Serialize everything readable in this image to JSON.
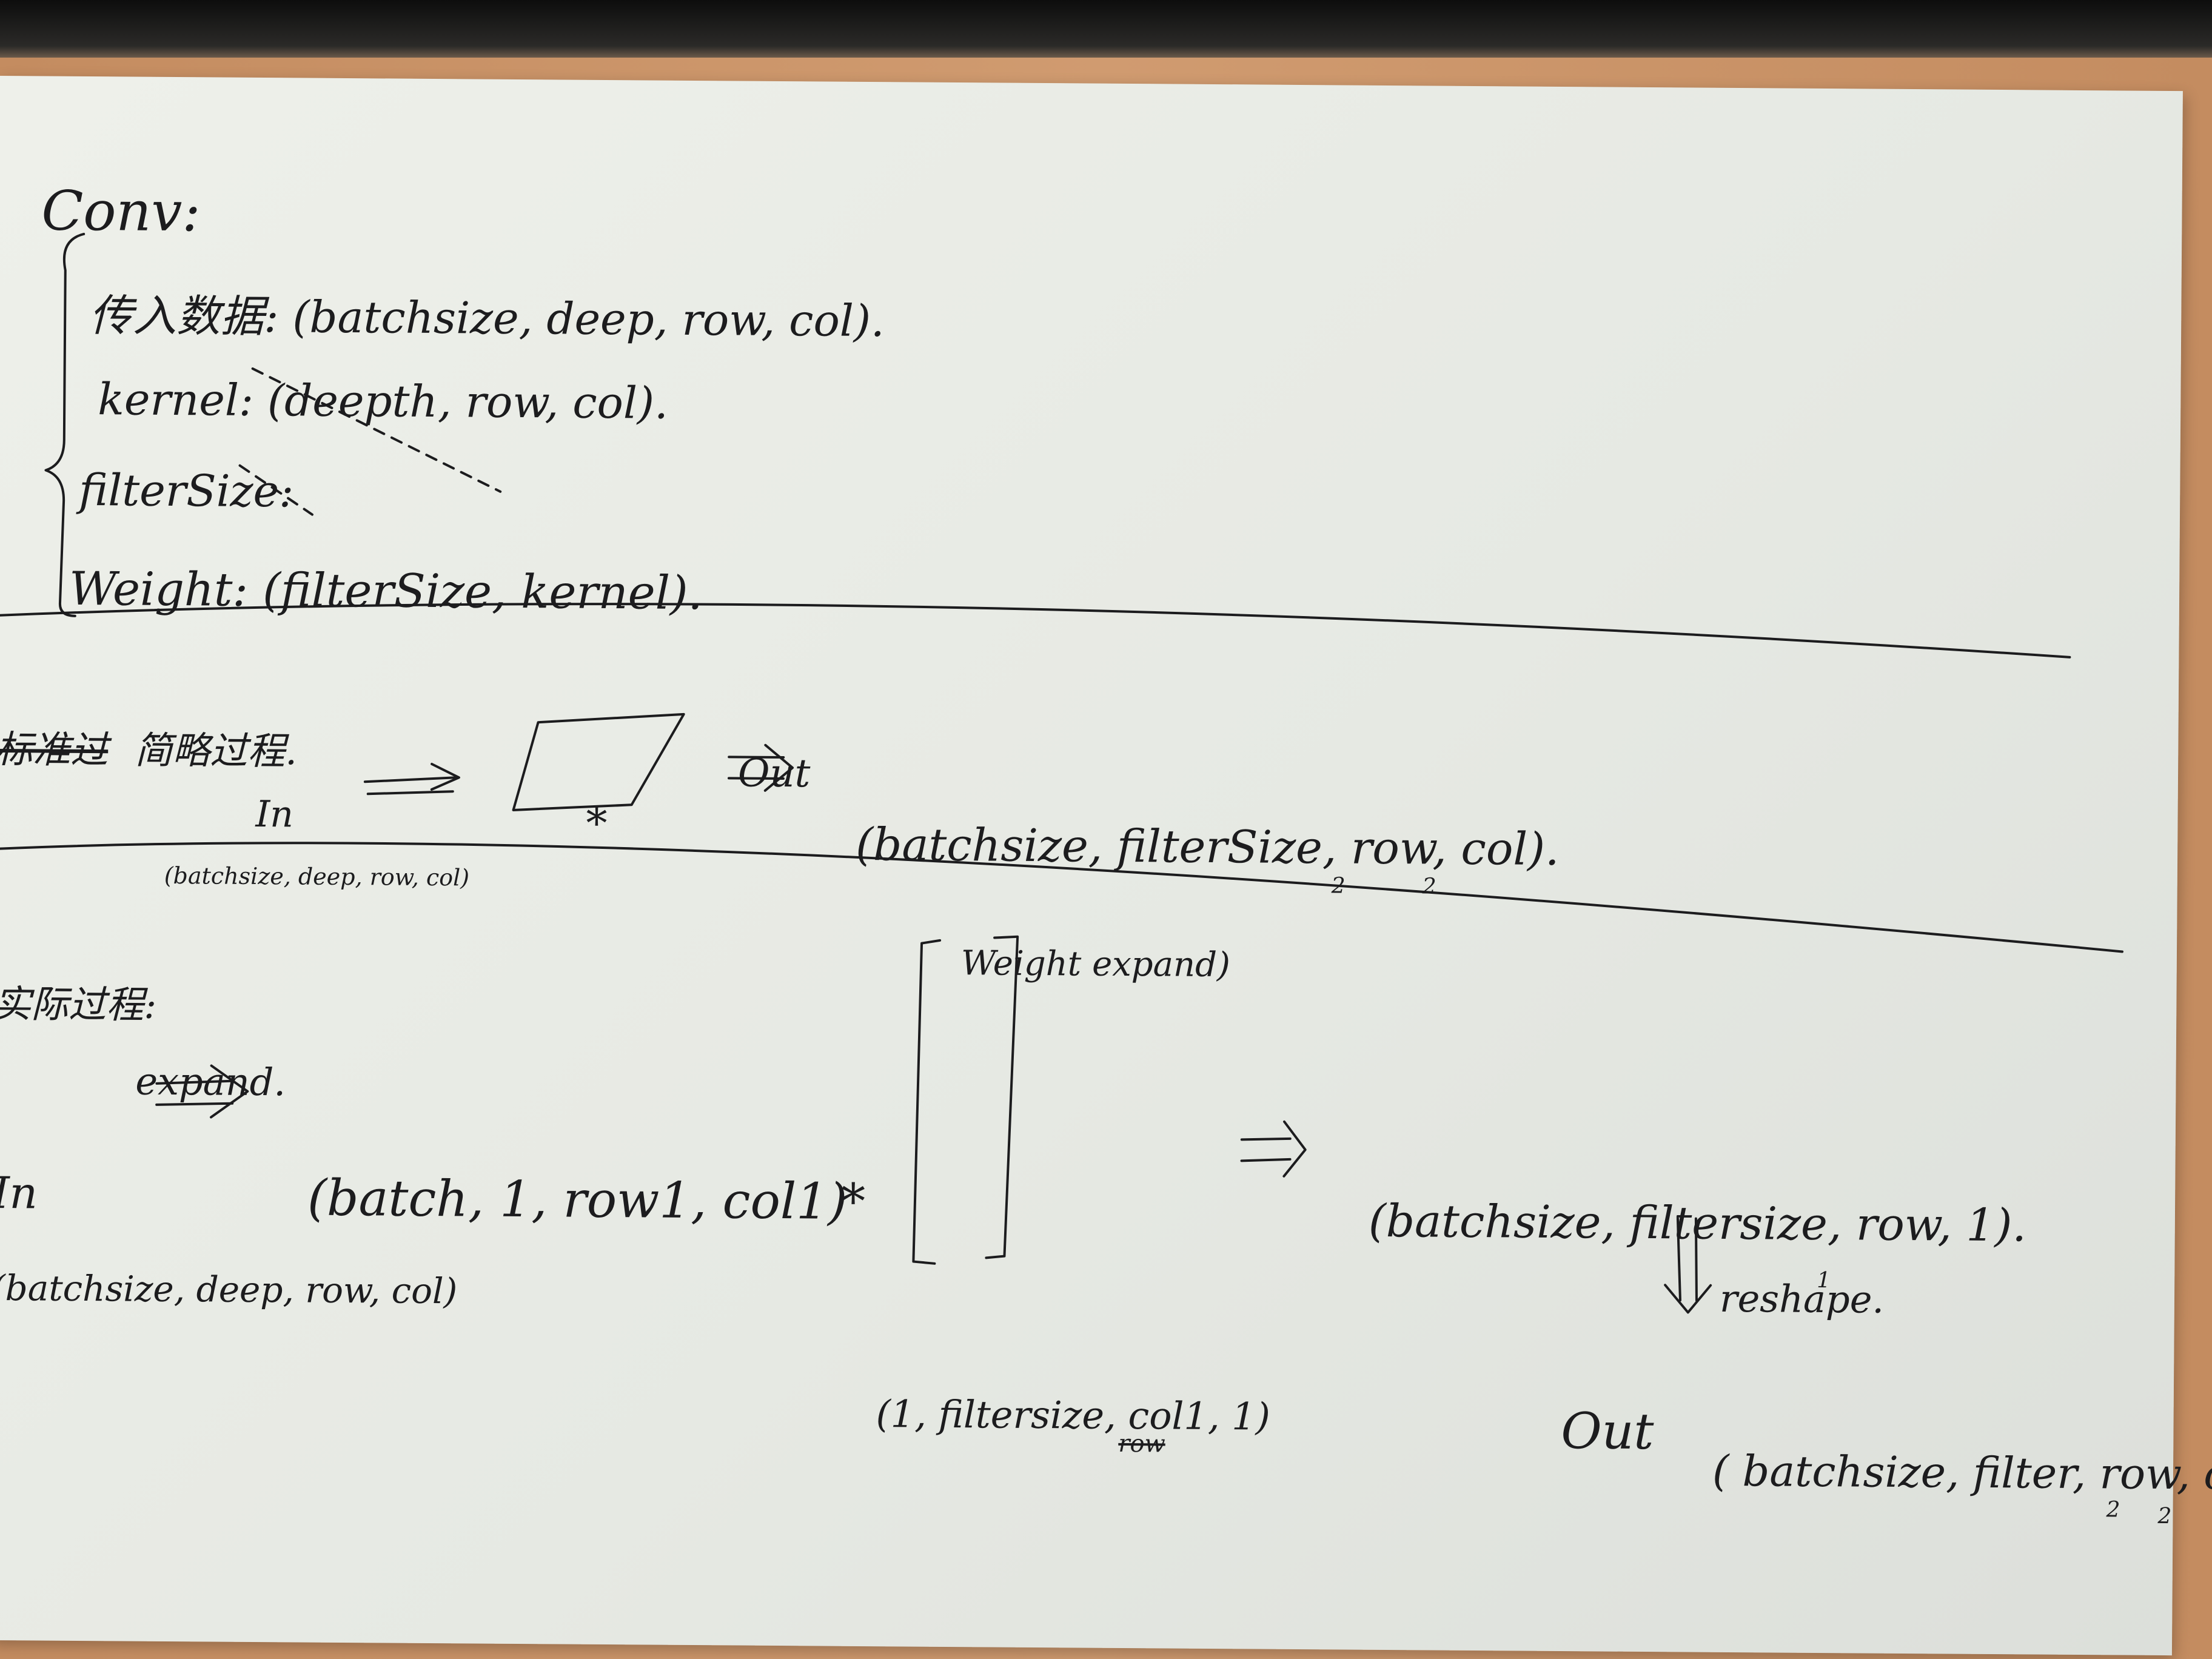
{
  "note": {
    "heading": "Conv:",
    "definitions": [
      "传入数据: (batchsize, deep, row, col).",
      "kernel: (deepth, row, col).",
      "filterSize:",
      "Weight: (filterSize, kernel)."
    ],
    "section1": {
      "title_struck": "标准过",
      "title": "简略过程.",
      "in_label": "In",
      "in_shape": "(batchsize, deep, row, col)",
      "op_symbol": "*",
      "out_label": "Out",
      "result_arrow": "⟹",
      "result": "(batchsize, filterSize, row, col).",
      "row_sub": "2",
      "col_sub": "2"
    },
    "section2": {
      "title": "实际过程:",
      "expand_label": "expand.",
      "in_label": "In",
      "in_shape": "(batchsize, deep, row, col)",
      "arrow": "⟹",
      "expanded": "(batch, 1, row1, col1)",
      "op_symbol": "*",
      "weight_label": "Weight expand)",
      "weight_shape": "(1, filtersize, col1, 1)",
      "weight_struck": "row",
      "result_arrow": "=)",
      "result": "(batchsize, filtersize, row, 1).",
      "row_sub": "1",
      "reshape_label": "reshape.",
      "out_label": "Out",
      "final": "( batchsize, filter, row, col",
      "final_row_sub": "2",
      "final_col_sub": "2"
    }
  }
}
